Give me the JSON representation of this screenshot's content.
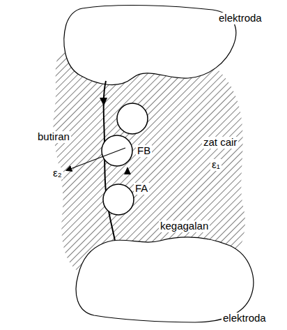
{
  "diagram": {
    "labels": [
      "elektroda",
      "butiran",
      "zat cair",
      "FB",
      "ε₂",
      "ε₁",
      "FA",
      "kegagalan",
      "elektroda"
    ]
  }
}
